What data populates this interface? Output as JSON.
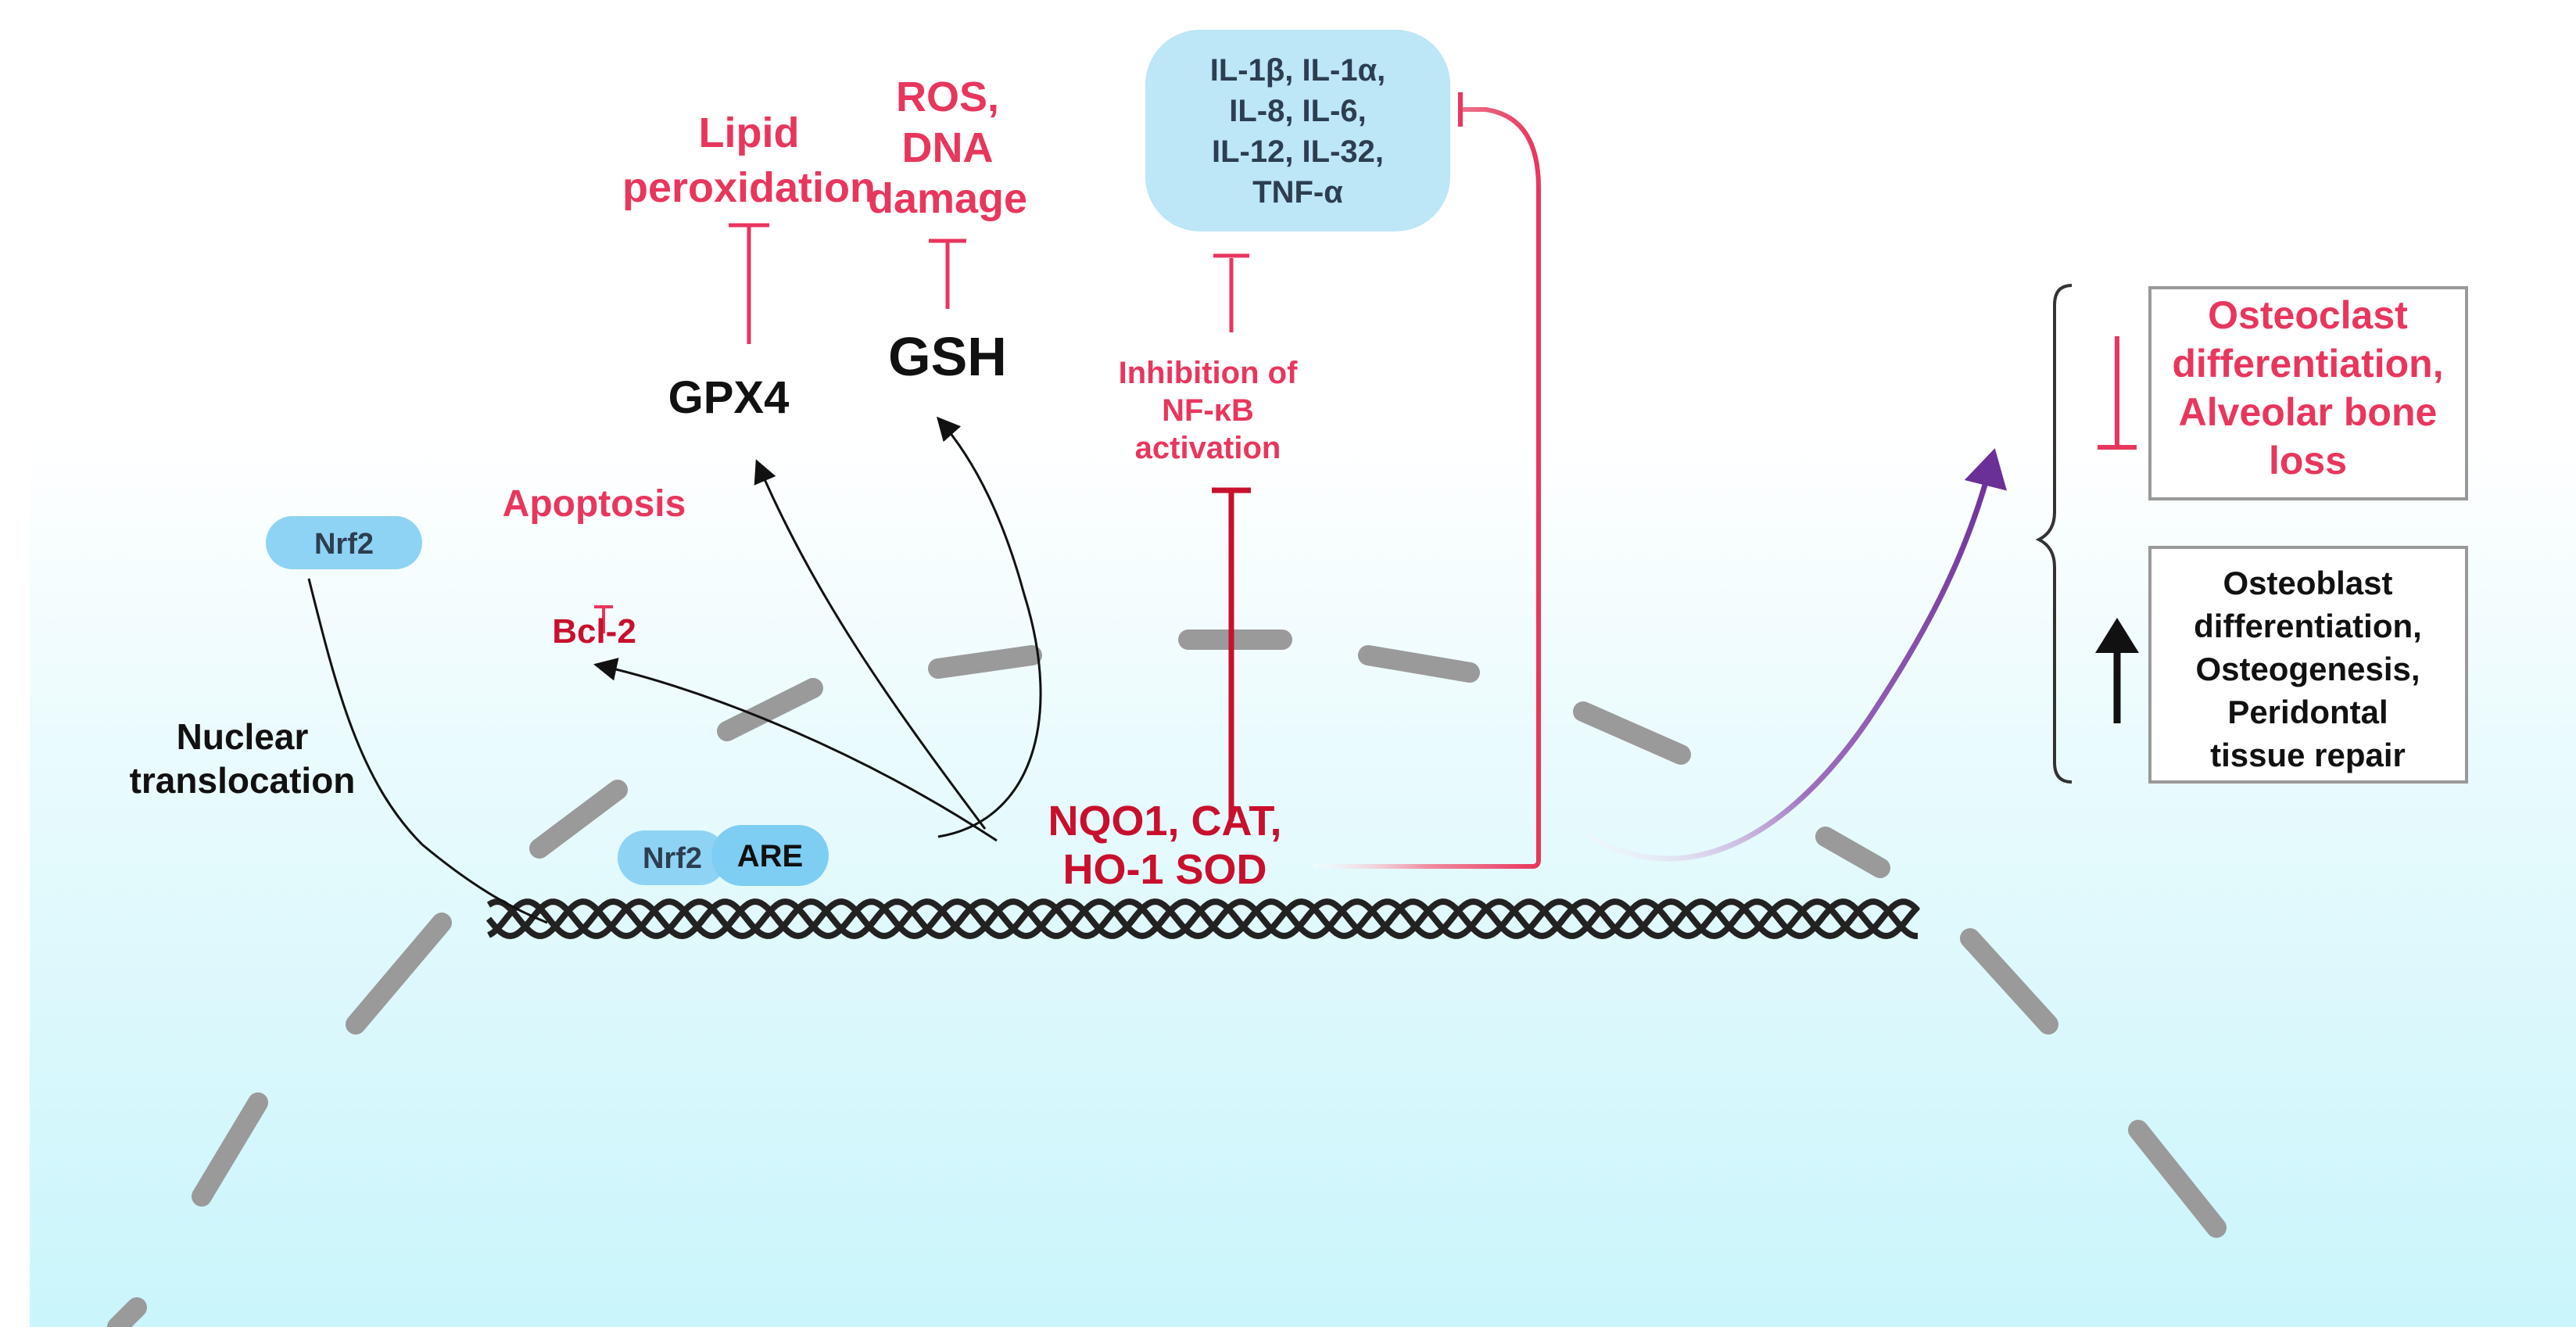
{
  "labels": {
    "lipid_line1": "Lipid",
    "lipid_line2": "peroxidation",
    "ros_line1": "ROS,",
    "ros_line2": "DNA",
    "ros_line3": "damage",
    "cytokines_line1": "IL-1β, IL-1α,",
    "cytokines_line2": "IL-8, IL-6,",
    "cytokines_line3": "IL-12, IL-32,",
    "cytokines_line4": "TNF-α",
    "gpx4": "GPX4",
    "gsh": "GSH",
    "nfkb_line1": "Inhibition of",
    "nfkb_line2": "NF-κB",
    "nfkb_line3": "activation",
    "apoptosis": "Apoptosis",
    "bcl2": "Bcl-2",
    "nrf2_cytoplasm": "Nrf2",
    "nuclear_line1": "Nuclear",
    "nuclear_line2": "translocation",
    "nrf2_nucleus": "Nrf2",
    "are": "ARE",
    "genes_line1": "NQO1, CAT,",
    "genes_line2": "HO-1 SOD",
    "osteoclast_line1": "Osteoclast",
    "osteoclast_line2": "differentiation,",
    "osteoclast_line3": "Alveolar bone",
    "osteoclast_line4": "loss",
    "osteoblast_line1": "Osteoblast",
    "osteoblast_line2": "differentiation,",
    "osteoblast_line3": "Osteogenesis,",
    "osteoblast_line4": "Peridontal",
    "osteoblast_line5": "tissue repair"
  },
  "colors": {
    "inhibit_red": "#e8365d",
    "dark_red": "#c8102e",
    "black": "#111111",
    "pill_blue": "#8fd3f4",
    "cyto_box": "#bde6f7",
    "purple": "#7b3fa0",
    "nucleus_gray": "#9a9a9a"
  }
}
